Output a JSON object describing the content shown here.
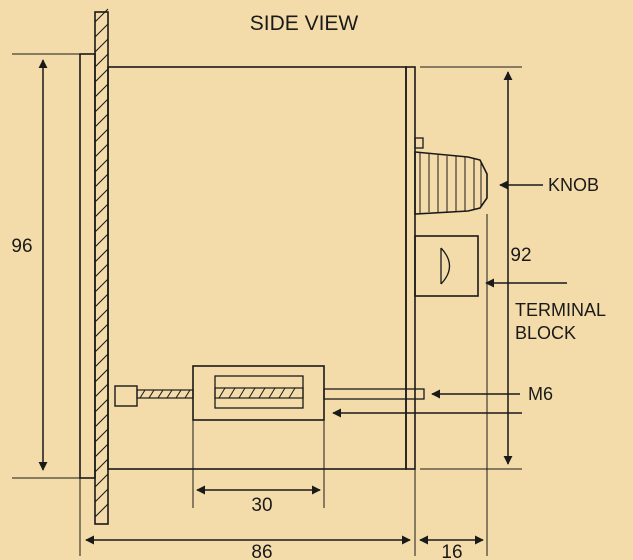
{
  "diagram": {
    "title": "SIDE VIEW",
    "dimensions": {
      "overall_height": "96",
      "panel_height": "92",
      "clamp_width": "30",
      "overall_depth": "86",
      "rear_depth": "16"
    },
    "callouts": {
      "knob": "KNOB",
      "terminal_block_line1": "TERMINAL",
      "terminal_block_line2": "BLOCK",
      "screw": "M6"
    },
    "colors": {
      "background": "#f4dcaa",
      "ink": "#1a1a1a"
    }
  }
}
